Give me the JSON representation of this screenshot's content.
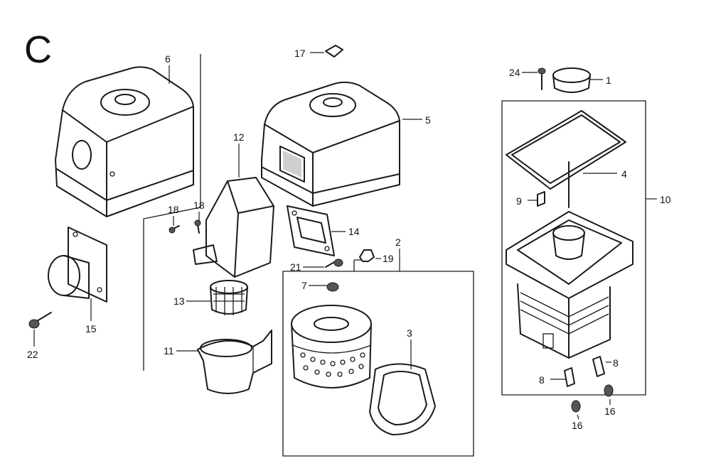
{
  "diagram": {
    "section_letter": "C",
    "callouts": {
      "c1": "1",
      "c2": "2",
      "c3": "3",
      "c4": "4",
      "c5": "5",
      "c6": "6",
      "c7": "7",
      "c8a": "8",
      "c8b": "8",
      "c9": "9",
      "c10": "10",
      "c11": "11",
      "c12": "12",
      "c13": "13",
      "c14": "14",
      "c15": "15",
      "c16a": "16",
      "c16b": "16",
      "c17": "17",
      "c18a": "18",
      "c18b": "18",
      "c19": "19",
      "c21": "21",
      "c22": "22",
      "c24": "24"
    }
  }
}
